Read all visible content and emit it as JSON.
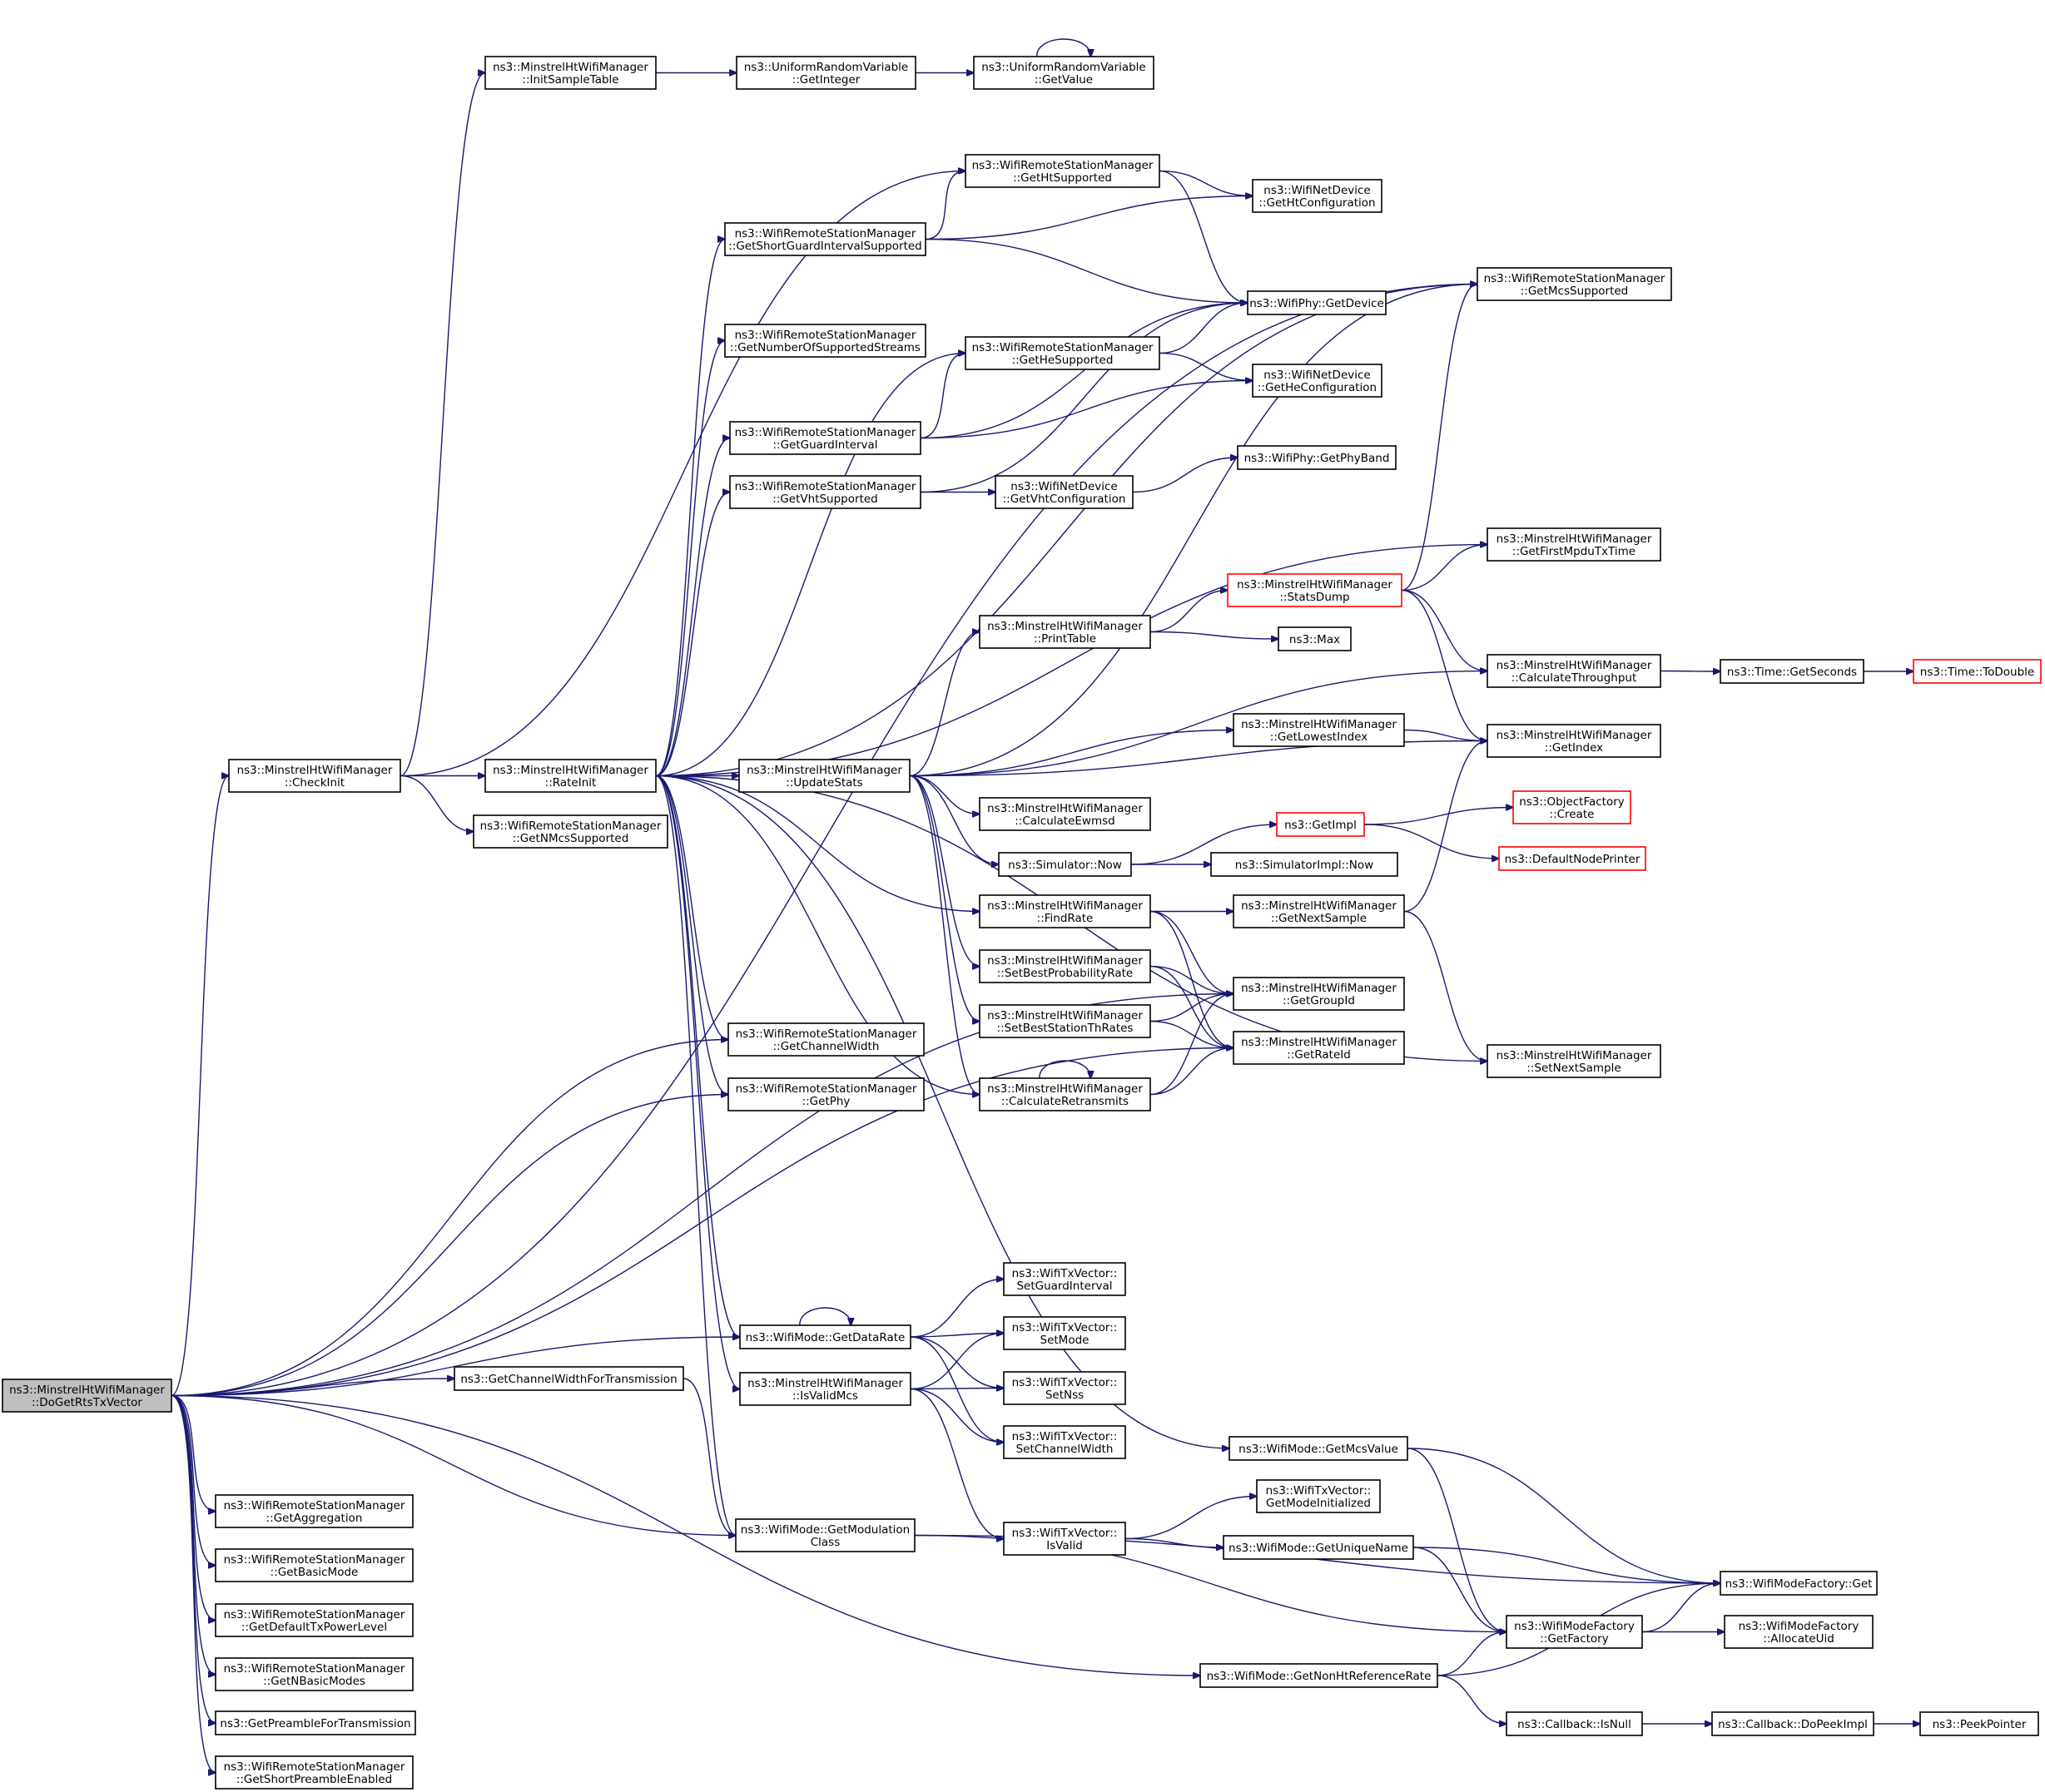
{
  "nodes": [
    {
      "id": "root",
      "lines": [
        "ns3::MinstrelHtWifiManager",
        "::DoGetRtsTxVector"
      ],
      "style": "root"
    },
    {
      "id": "checkinit",
      "lines": [
        "ns3::MinstrelHtWifiManager",
        "::CheckInit"
      ]
    },
    {
      "id": "initsample",
      "lines": [
        "ns3::MinstrelHtWifiManager",
        "::InitSampleTable"
      ]
    },
    {
      "id": "urv_getint",
      "lines": [
        "ns3::UniformRandomVariable",
        "::GetInteger"
      ]
    },
    {
      "id": "urv_getval",
      "lines": [
        "ns3::UniformRandomVariable",
        "::GetValue"
      ]
    },
    {
      "id": "rateinit",
      "lines": [
        "ns3::MinstrelHtWifiManager",
        "::RateInit"
      ]
    },
    {
      "id": "getnmcs",
      "lines": [
        "ns3::WifiRemoteStationManager",
        "::GetNMcsSupported"
      ]
    },
    {
      "id": "gethtsup",
      "lines": [
        "ns3::WifiRemoteStationManager",
        "::GetHtSupported"
      ]
    },
    {
      "id": "getsgi",
      "lines": [
        "ns3::WifiRemoteStationManager",
        "::GetShortGuardIntervalSupported"
      ]
    },
    {
      "id": "getnss",
      "lines": [
        "ns3::WifiRemoteStationManager",
        "::GetNumberOfSupportedStreams"
      ]
    },
    {
      "id": "gethesup",
      "lines": [
        "ns3::WifiRemoteStationManager",
        "::GetHeSupported"
      ]
    },
    {
      "id": "getgi",
      "lines": [
        "ns3::WifiRemoteStationManager",
        "::GetGuardInterval"
      ]
    },
    {
      "id": "getvhtsup",
      "lines": [
        "ns3::WifiRemoteStationManager",
        "::GetVhtSupported"
      ]
    },
    {
      "id": "gethtconf",
      "lines": [
        "ns3::WifiNetDevice",
        "::GetHtConfiguration"
      ]
    },
    {
      "id": "getdevice",
      "lines": [
        "ns3::WifiPhy::GetDevice"
      ]
    },
    {
      "id": "getheconf",
      "lines": [
        "ns3::WifiNetDevice",
        "::GetHeConfiguration"
      ]
    },
    {
      "id": "getvhtconf",
      "lines": [
        "ns3::WifiNetDevice",
        "::GetVhtConfiguration"
      ]
    },
    {
      "id": "getphyband",
      "lines": [
        "ns3::WifiPhy::GetPhyBand"
      ]
    },
    {
      "id": "getmcssup",
      "lines": [
        "ns3::WifiRemoteStationManager",
        "::GetMcsSupported"
      ]
    },
    {
      "id": "getfirstmpdu",
      "lines": [
        "ns3::MinstrelHtWifiManager",
        "::GetFirstMpduTxTime"
      ]
    },
    {
      "id": "statsdump",
      "lines": [
        "ns3::MinstrelHtWifiManager",
        "::StatsDump"
      ],
      "style": "red"
    },
    {
      "id": "printtable",
      "lines": [
        "ns3::MinstrelHtWifiManager",
        "::PrintTable"
      ]
    },
    {
      "id": "max",
      "lines": [
        "ns3::Max"
      ]
    },
    {
      "id": "calcthru",
      "lines": [
        "ns3::MinstrelHtWifiManager",
        "::CalculateThroughput"
      ]
    },
    {
      "id": "getseconds",
      "lines": [
        "ns3::Time::GetSeconds"
      ]
    },
    {
      "id": "todouble",
      "lines": [
        "ns3::Time::ToDouble"
      ],
      "style": "red"
    },
    {
      "id": "updatestats",
      "lines": [
        "ns3::MinstrelHtWifiManager",
        "::UpdateStats"
      ]
    },
    {
      "id": "getlowest",
      "lines": [
        "ns3::MinstrelHtWifiManager",
        "::GetLowestIndex"
      ]
    },
    {
      "id": "getindex",
      "lines": [
        "ns3::MinstrelHtWifiManager",
        "::GetIndex"
      ]
    },
    {
      "id": "calcewmsd",
      "lines": [
        "ns3::MinstrelHtWifiManager",
        "::CalculateEwmsd"
      ]
    },
    {
      "id": "getimpl",
      "lines": [
        "ns3::GetImpl"
      ],
      "style": "red"
    },
    {
      "id": "objfactory",
      "lines": [
        "ns3::ObjectFactory",
        "::Create"
      ],
      "style": "red"
    },
    {
      "id": "defnodeprinter",
      "lines": [
        "ns3::DefaultNodePrinter"
      ],
      "style": "red"
    },
    {
      "id": "simnow",
      "lines": [
        "ns3::Simulator::Now"
      ]
    },
    {
      "id": "simimplnow",
      "lines": [
        "ns3::SimulatorImpl::Now"
      ]
    },
    {
      "id": "findrate",
      "lines": [
        "ns3::MinstrelHtWifiManager",
        "::FindRate"
      ]
    },
    {
      "id": "getnextsample",
      "lines": [
        "ns3::MinstrelHtWifiManager",
        "::GetNextSample"
      ]
    },
    {
      "id": "setbestprob",
      "lines": [
        "ns3::MinstrelHtWifiManager",
        "::SetBestProbabilityRate"
      ]
    },
    {
      "id": "getgroupid",
      "lines": [
        "ns3::MinstrelHtWifiManager",
        "::GetGroupId"
      ]
    },
    {
      "id": "setbeststa",
      "lines": [
        "ns3::MinstrelHtWifiManager",
        "::SetBestStationThRates"
      ]
    },
    {
      "id": "getrateid",
      "lines": [
        "ns3::MinstrelHtWifiManager",
        "::GetRateId"
      ]
    },
    {
      "id": "setnextsample",
      "lines": [
        "ns3::MinstrelHtWifiManager",
        "::SetNextSample"
      ]
    },
    {
      "id": "calcretrans",
      "lines": [
        "ns3::MinstrelHtWifiManager",
        "::CalculateRetransmits"
      ]
    },
    {
      "id": "getchanwidth",
      "lines": [
        "ns3::WifiRemoteStationManager",
        "::GetChannelWidth"
      ]
    },
    {
      "id": "getphy",
      "lines": [
        "ns3::WifiRemoteStationManager",
        "::GetPhy"
      ]
    },
    {
      "id": "getdatarate",
      "lines": [
        "ns3::WifiMode::GetDataRate"
      ]
    },
    {
      "id": "setgi",
      "lines": [
        "ns3::WifiTxVector::",
        "SetGuardInterval"
      ]
    },
    {
      "id": "setmode",
      "lines": [
        "ns3::WifiTxVector::",
        "SetMode"
      ]
    },
    {
      "id": "setnss",
      "lines": [
        "ns3::WifiTxVector::",
        "SetNss"
      ]
    },
    {
      "id": "setchanwidth",
      "lines": [
        "ns3::WifiTxVector::",
        "SetChannelWidth"
      ]
    },
    {
      "id": "getcwfortx",
      "lines": [
        "ns3::GetChannelWidthForTransmission"
      ]
    },
    {
      "id": "isvalidmcs",
      "lines": [
        "ns3::MinstrelHtWifiManager",
        "::IsValidMcs"
      ]
    },
    {
      "id": "getmcsvalue",
      "lines": [
        "ns3::WifiMode::GetMcsValue"
      ]
    },
    {
      "id": "getmodeinit",
      "lines": [
        "ns3::WifiTxVector::",
        "GetModeInitialized"
      ]
    },
    {
      "id": "isvalid",
      "lines": [
        "ns3::WifiTxVector::",
        "IsValid"
      ]
    },
    {
      "id": "getuniquename",
      "lines": [
        "ns3::WifiMode::GetUniqueName"
      ]
    },
    {
      "id": "getmodclass",
      "lines": [
        "ns3::WifiMode::GetModulation",
        "Class"
      ]
    },
    {
      "id": "wmfget",
      "lines": [
        "ns3::WifiModeFactory::Get"
      ]
    },
    {
      "id": "getfactory",
      "lines": [
        "ns3::WifiModeFactory",
        "::GetFactory"
      ]
    },
    {
      "id": "allocuid",
      "lines": [
        "ns3::WifiModeFactory",
        "::AllocateUid"
      ]
    },
    {
      "id": "getnonht",
      "lines": [
        "ns3::WifiMode::GetNonHtReferenceRate"
      ]
    },
    {
      "id": "cbisnull",
      "lines": [
        "ns3::Callback::IsNull"
      ]
    },
    {
      "id": "cbdopeek",
      "lines": [
        "ns3::Callback::DoPeekImpl"
      ]
    },
    {
      "id": "peekptr",
      "lines": [
        "ns3::PeekPointer"
      ]
    },
    {
      "id": "getaggr",
      "lines": [
        "ns3::WifiRemoteStationManager",
        "::GetAggregation"
      ]
    },
    {
      "id": "getbasicmode",
      "lines": [
        "ns3::WifiRemoteStationManager",
        "::GetBasicMode"
      ]
    },
    {
      "id": "getdeftxpow",
      "lines": [
        "ns3::WifiRemoteStationManager",
        "::GetDefaultTxPowerLevel"
      ]
    },
    {
      "id": "getnbasic",
      "lines": [
        "ns3::WifiRemoteStationManager",
        "::GetNBasicModes"
      ]
    },
    {
      "id": "getpreamble",
      "lines": [
        "ns3::GetPreambleForTransmission"
      ]
    },
    {
      "id": "getshortpre",
      "lines": [
        "ns3::WifiRemoteStationManager",
        "::GetShortPreambleEnabled"
      ]
    }
  ],
  "edges": [
    [
      "root",
      "checkinit"
    ],
    [
      "root",
      "getmcssup"
    ],
    [
      "root",
      "getchanwidth"
    ],
    [
      "root",
      "getphy"
    ],
    [
      "root",
      "getgroupid"
    ],
    [
      "root",
      "getrateid"
    ],
    [
      "root",
      "getdatarate"
    ],
    [
      "root",
      "getcwfortx"
    ],
    [
      "root",
      "getmodclass"
    ],
    [
      "root",
      "getnonht"
    ],
    [
      "root",
      "getaggr"
    ],
    [
      "root",
      "getbasicmode"
    ],
    [
      "root",
      "getdeftxpow"
    ],
    [
      "root",
      "getnbasic"
    ],
    [
      "root",
      "getpreamble"
    ],
    [
      "root",
      "getshortpre"
    ],
    [
      "checkinit",
      "initsample"
    ],
    [
      "checkinit",
      "gethtsup"
    ],
    [
      "checkinit",
      "rateinit"
    ],
    [
      "checkinit",
      "getnmcs"
    ],
    [
      "initsample",
      "urv_getint"
    ],
    [
      "urv_getint",
      "urv_getval"
    ],
    [
      "urv_getval",
      "urv_getval"
    ],
    [
      "rateinit",
      "getmcssup"
    ],
    [
      "rateinit",
      "getsgi"
    ],
    [
      "rateinit",
      "getnss"
    ],
    [
      "rateinit",
      "gethesup"
    ],
    [
      "rateinit",
      "getgi"
    ],
    [
      "rateinit",
      "getvhtsup"
    ],
    [
      "rateinit",
      "getfirstmpdu"
    ],
    [
      "rateinit",
      "updatestats"
    ],
    [
      "rateinit",
      "findrate"
    ],
    [
      "rateinit",
      "calcretrans"
    ],
    [
      "rateinit",
      "getchanwidth"
    ],
    [
      "rateinit",
      "getphy"
    ],
    [
      "rateinit",
      "setnextsample"
    ],
    [
      "rateinit",
      "getdatarate"
    ],
    [
      "rateinit",
      "isvalidmcs"
    ],
    [
      "rateinit",
      "getmcsvalue"
    ],
    [
      "rateinit",
      "getmodclass"
    ],
    [
      "gethtsup",
      "gethtconf"
    ],
    [
      "gethtsup",
      "getdevice"
    ],
    [
      "getsgi",
      "gethtsup"
    ],
    [
      "getsgi",
      "gethtconf"
    ],
    [
      "getsgi",
      "getdevice"
    ],
    [
      "gethesup",
      "getdevice"
    ],
    [
      "gethesup",
      "getheconf"
    ],
    [
      "getgi",
      "getdevice"
    ],
    [
      "getgi",
      "gethesup"
    ],
    [
      "getgi",
      "getheconf"
    ],
    [
      "getvhtsup",
      "getdevice"
    ],
    [
      "getvhtsup",
      "getvhtconf"
    ],
    [
      "getvhtconf",
      "getphyband"
    ],
    [
      "statsdump",
      "getmcssup"
    ],
    [
      "statsdump",
      "getfirstmpdu"
    ],
    [
      "statsdump",
      "calcthru"
    ],
    [
      "statsdump",
      "getindex"
    ],
    [
      "printtable",
      "statsdump"
    ],
    [
      "printtable",
      "max"
    ],
    [
      "calcthru",
      "getseconds"
    ],
    [
      "getseconds",
      "todouble"
    ],
    [
      "updatestats",
      "getmcssup"
    ],
    [
      "updatestats",
      "printtable"
    ],
    [
      "updatestats",
      "calcthru"
    ],
    [
      "updatestats",
      "getlowest"
    ],
    [
      "updatestats",
      "getindex"
    ],
    [
      "updatestats",
      "calcewmsd"
    ],
    [
      "updatestats",
      "simnow"
    ],
    [
      "updatestats",
      "setbestprob"
    ],
    [
      "updatestats",
      "setbeststa"
    ],
    [
      "updatestats",
      "calcretrans"
    ],
    [
      "getlowest",
      "getindex"
    ],
    [
      "simnow",
      "getimpl"
    ],
    [
      "simnow",
      "simimplnow"
    ],
    [
      "getimpl",
      "objfactory"
    ],
    [
      "getimpl",
      "defnodeprinter"
    ],
    [
      "findrate",
      "getnextsample"
    ],
    [
      "findrate",
      "getgroupid"
    ],
    [
      "findrate",
      "getrateid"
    ],
    [
      "getnextsample",
      "getindex"
    ],
    [
      "getnextsample",
      "setnextsample"
    ],
    [
      "setbestprob",
      "getgroupid"
    ],
    [
      "setbestprob",
      "getrateid"
    ],
    [
      "setbeststa",
      "getgroupid"
    ],
    [
      "setbeststa",
      "getrateid"
    ],
    [
      "calcretrans",
      "calcretrans"
    ],
    [
      "calcretrans",
      "getgroupid"
    ],
    [
      "calcretrans",
      "getrateid"
    ],
    [
      "getdatarate",
      "getdatarate"
    ],
    [
      "getdatarate",
      "setgi"
    ],
    [
      "getdatarate",
      "setmode"
    ],
    [
      "getdatarate",
      "setnss"
    ],
    [
      "getdatarate",
      "setchanwidth"
    ],
    [
      "isvalidmcs",
      "setmode"
    ],
    [
      "isvalidmcs",
      "setnss"
    ],
    [
      "isvalidmcs",
      "setchanwidth"
    ],
    [
      "isvalidmcs",
      "isvalid"
    ],
    [
      "getcwfortx",
      "getmodclass"
    ],
    [
      "getmcsvalue",
      "wmfget"
    ],
    [
      "getmcsvalue",
      "getfactory"
    ],
    [
      "isvalid",
      "getmodeinit"
    ],
    [
      "isvalid",
      "getuniquename"
    ],
    [
      "getuniquename",
      "wmfget"
    ],
    [
      "getuniquename",
      "getfactory"
    ],
    [
      "getmodclass",
      "wmfget"
    ],
    [
      "getmodclass",
      "getfactory"
    ],
    [
      "getfactory",
      "wmfget"
    ],
    [
      "getfactory",
      "allocuid"
    ],
    [
      "getnonht",
      "getfactory"
    ],
    [
      "getnonht",
      "wmfget"
    ],
    [
      "getnonht",
      "cbisnull"
    ],
    [
      "cbisnull",
      "cbdopeek"
    ],
    [
      "cbdopeek",
      "peekptr"
    ]
  ]
}
